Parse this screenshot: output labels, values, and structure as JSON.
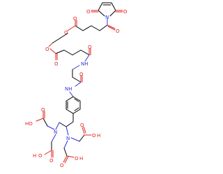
{
  "structure": {
    "atom_labels": {
      "o": "O",
      "n": "N",
      "nh": "NH",
      "hn": "HN",
      "ho": "HO",
      "h": "H"
    },
    "colors": {
      "oxygen": "#e02020",
      "nitrogen": "#3030e0",
      "bond": "#000000"
    }
  }
}
